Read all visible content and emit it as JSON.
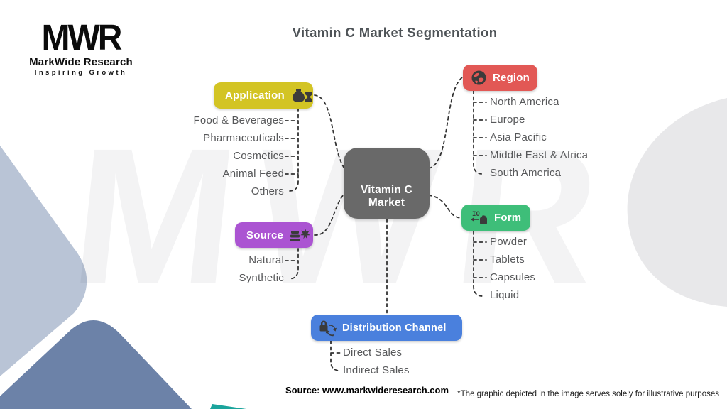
{
  "logo": {
    "acronym": "MWR",
    "name": "MarkWide Research",
    "tagline": "Inspiring Growth"
  },
  "title": "Vitamin C Market Segmentation",
  "watermark": "MWR",
  "center": {
    "line1": "Vitamin C",
    "line2": "Market"
  },
  "branches": [
    {
      "id": "application",
      "label": "Application",
      "icon": "money-bag-hourglass-icon",
      "items": [
        "Food & Beverages",
        "Pharmaceuticals",
        "Cosmetics",
        "Animal Feed",
        "Others"
      ]
    },
    {
      "id": "region",
      "label": "Region",
      "icon": "globe-icon",
      "items": [
        "North America",
        "Europe",
        "Asia Pacific",
        "Middle East & Africa",
        "South America"
      ]
    },
    {
      "id": "source",
      "label": "Source",
      "icon": "layers-splash-icon",
      "items": [
        "Natural",
        "Synthetic"
      ]
    },
    {
      "id": "form",
      "label": "Form",
      "icon": "measure-bag-icon",
      "items": [
        "Powder",
        "Tablets",
        "Capsules",
        "Liquid"
      ]
    },
    {
      "id": "distribution",
      "label": "Distribution Channel",
      "icon": "lock-sync-icon",
      "items": [
        "Direct Sales",
        "Indirect Sales"
      ]
    }
  ],
  "footer": {
    "source_text": "Source: www.markwideresearch.com",
    "disclaimer": "*The graphic depicted in the image serves solely for illustrative purposes"
  },
  "colors": {
    "application": "#d3c424",
    "region": "#e25855",
    "source": "#ab54d2",
    "form": "#3ebe79",
    "distribution": "#4a80dd",
    "center": "#696969",
    "connector": "#333333",
    "item_text": "#57585a",
    "band_light": "#b9c4d6",
    "band_dark": "#6c82a8",
    "teal_accent": "#1ba49c",
    "blob_gray": "#e8e8ea"
  }
}
